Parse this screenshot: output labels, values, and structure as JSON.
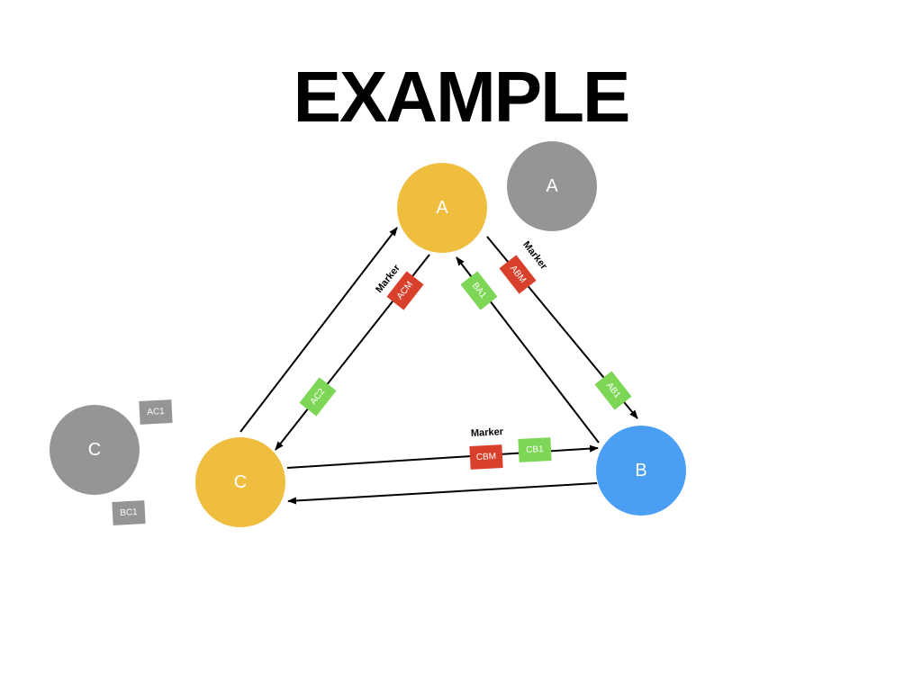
{
  "title": "EXAMPLE",
  "colors": {
    "node_yellow": "#F0BE3F",
    "node_blue": "#4A9FF5",
    "node_gray": "#959595",
    "tag_red": "#D9402C",
    "tag_green": "#7ED657",
    "tag_gray": "#959595",
    "line": "#000000"
  },
  "nodes": {
    "a": "A",
    "b": "B",
    "c": "C",
    "a_gray": "A",
    "c_gray": "C"
  },
  "tags": {
    "acm": "ACM",
    "ac2": "AC2",
    "ba1": "BA1",
    "abm": "ABM",
    "ab1": "AB1",
    "cbm": "CBM",
    "cb1": "CB1",
    "ac1": "AC1",
    "bc1": "BC1"
  },
  "markers": {
    "ac": "Marker",
    "ab": "Marker",
    "cb": "Marker"
  }
}
